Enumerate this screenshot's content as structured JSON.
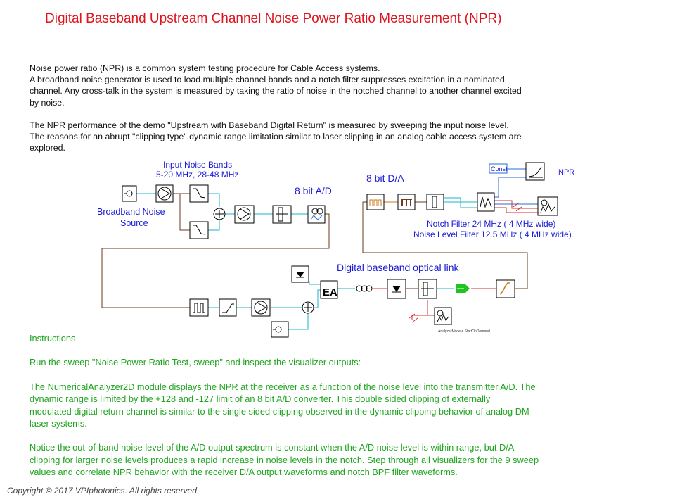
{
  "title": "Digital Baseband Upstream Channel Noise Power Ratio Measurement (NPR)",
  "intro": [
    "Noise power ratio (NPR) is a common system testing procedure for Cable Access systems.",
    "A broadband noise generator is used to load multiple channel bands and a notch filter suppresses excitation in a nominated",
    "channel. Any cross-talk in the system is measured by taking the ratio of noise in the notched channel to another channel excited",
    "by noise.",
    "",
    "The NPR performance  of the demo \"Upstream  with Baseband Digital Return\" is measured by sweeping the input noise level.",
    "The reasons for an abrupt  \"clipping type\" dynamic range limitation  similar to laser clipping in an analog cable access system are",
    "explored."
  ],
  "schematic": {
    "input_bands_label": "Input Noise Bands",
    "input_bands_range": "5-20 MHz, 28-48 MHz",
    "noise_source_line1": "Broadband Noise",
    "noise_source_line2": "Source",
    "ad_label": "8 bit A/D",
    "da_label": "8 bit D/A",
    "const_label": "Const",
    "npr_label": "NPR",
    "notch_filter_label": "Notch Filter 24 MHz ( 4 MHz wide)",
    "noise_filter_label": "Noise Level Filter 12.5 MHz ( 4 MHz wide)",
    "optical_link_label": "Digital baseband optical link",
    "analyzer_mode_label": "AnalyzerMode = StartOnDemand"
  },
  "instructions": [
    "Instructions",
    "",
    "Run the sweep \"Noise Power Ratio Test, sweep\" and inspect the visualizer outputs:",
    "",
    "The NumericalAnalyzer2D module displays the NPR at the receiver as a function of the noise level into the transmitter A/D. The",
    "dynamic range is limited by the +128 and -127 limit of an 8 bit A/D converter. This double sided clipping of externally",
    "modulated digital return channel is similar to the single sided clipping observed in the dynamic clipping behavior of analog DM-",
    "laser systems.",
    "",
    "Notice the out-of-band noise level of the A/D output spectrum is constant when the A/D noise level is within range, but D/A",
    "clipping for larger noise levels produces a rapid increase in noise levels in the notch. Step through all visualizers for the 9 sweep",
    "values and correlate NPR behavior with the receiver D/A  output waveforms and notch BPF filter waveforms."
  ],
  "copyright": "Copyright © 2017 VPIphotonics. All rights reserved.",
  "colors": {
    "title": "#e0141e",
    "label_blue": "#1a1ad6",
    "instructions_green": "#1fa51f",
    "wire": "#6b3a1f"
  }
}
